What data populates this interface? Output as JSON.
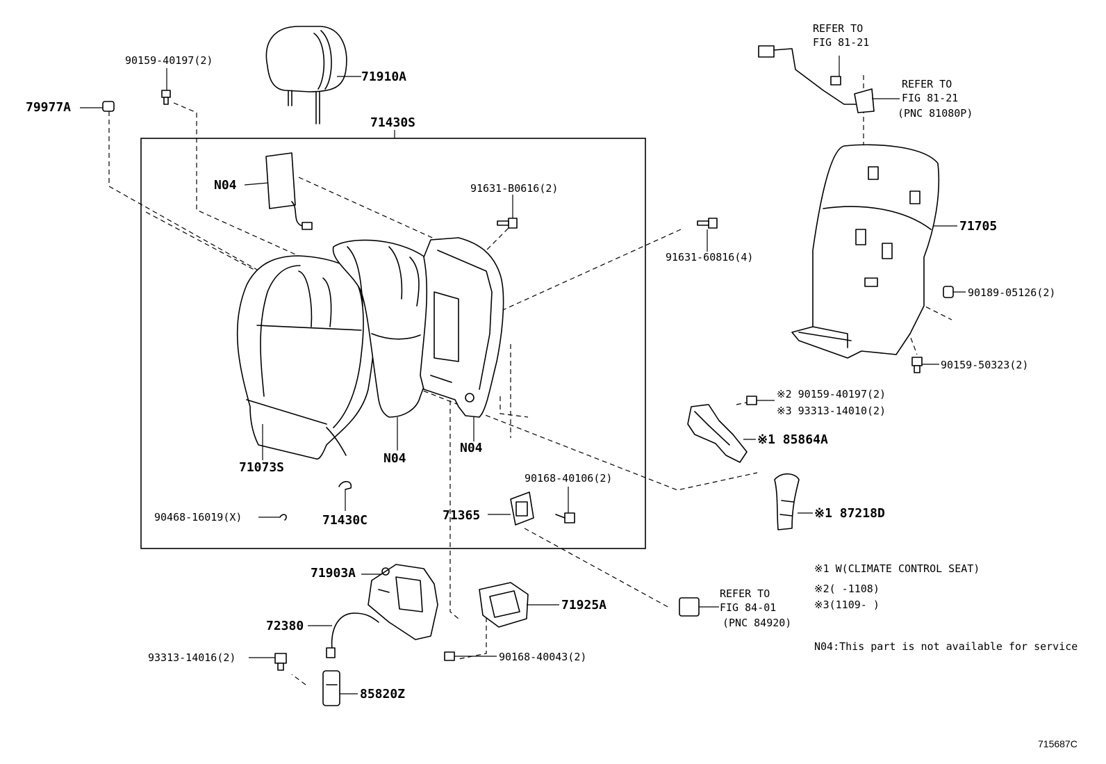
{
  "labels": {
    "p71910A": "71910A",
    "p79977A": "79977A",
    "p90159_40197": "90159-40197(2)",
    "p71430S": "71430S",
    "pN04_a": "N04",
    "pN04_b": "N04",
    "pN04_c": "N04",
    "p91631_B0616": "91631-B0616(2)",
    "p91631_60816": "91631-60816(4)",
    "p71073S": "71073S",
    "p71430C": "71430C",
    "p90468_16019": "90468-16019(X)",
    "p71365": "71365",
    "p90168_40106": "90168-40106(2)",
    "p71903A": "71903A",
    "p72380": "72380",
    "p93313_14016": "93313-14016(2)",
    "p85820Z": "85820Z",
    "p71925A": "71925A",
    "p90168_40043": "90168-40043(2)",
    "p71705": "71705",
    "p90189_05126": "90189-05126(2)",
    "p90159_50323": "90159-50323(2)",
    "p90159_40197b": "※2 90159-40197(2)",
    "p93313_14010": "※3 93313-14010(2)",
    "p85864A": "※1 85864A",
    "p87218D": "※1 87218D"
  },
  "refs": {
    "ref1_line1": "REFER TO",
    "ref1_line2": "FIG 81-21",
    "ref2_line1": "REFER TO",
    "ref2_line2": "FIG 81-21",
    "ref2_line3": "(PNC 81080P)",
    "ref3_line1": "REFER TO",
    "ref3_line2": "FIG 84-01",
    "ref3_line3": "(PNC 84920)"
  },
  "notes": {
    "n1": "※1 W(CLIMATE CONTROL SEAT)",
    "n2": "※2(      -1108)",
    "n3": "※3(1109-      )",
    "n4": "N04:This part is not available for service"
  },
  "figure_id": "715687C"
}
